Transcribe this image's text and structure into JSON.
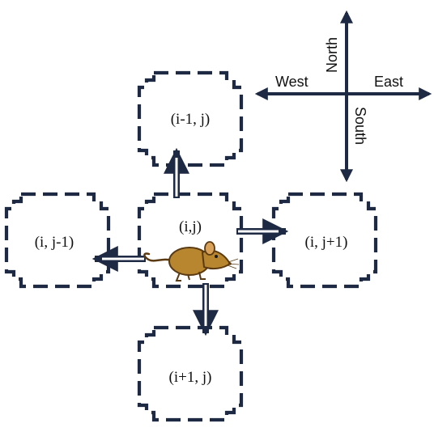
{
  "cells": {
    "center": "(i,j)",
    "north": "(i-1, j)",
    "south": "(i+1, j)",
    "west": "(i, j-1)",
    "east": "(i, j+1)"
  },
  "compass": {
    "north": "North",
    "south": "South",
    "east": "East",
    "west": "West"
  },
  "colors": {
    "outline": "#1e2a44",
    "rat_body": "#b7862f",
    "rat_outline": "#5b3a12"
  }
}
